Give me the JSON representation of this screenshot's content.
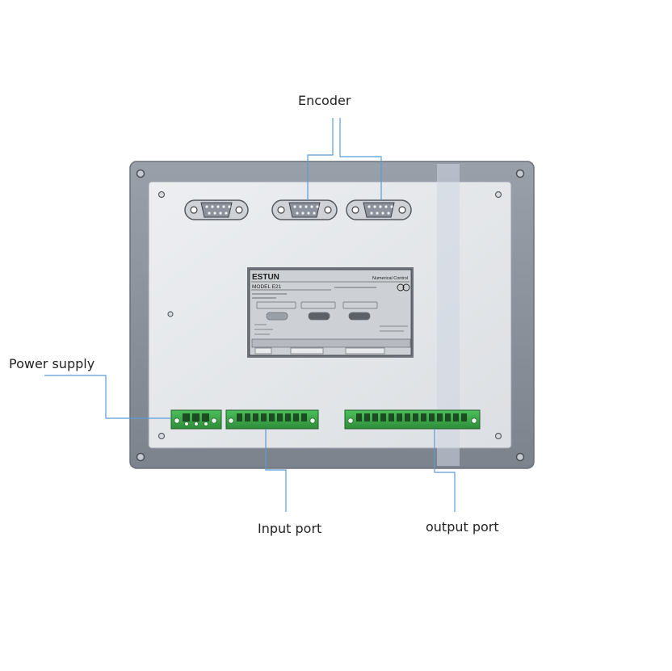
{
  "callouts": {
    "encoder": "Encoder",
    "power_supply": "Power supply",
    "input_port": "Input port",
    "output_port": "output port"
  },
  "nameplate": {
    "brand": "ESTUN",
    "category": "Numerical Control",
    "model": "MODEL E21"
  },
  "colors": {
    "leader_line": "#5b9bd5",
    "panel_frame": "#8a8f9a",
    "panel_face": "#e4e6ea",
    "terminal_green": "#3da64a",
    "screen_gray": "#cfd2d6"
  }
}
